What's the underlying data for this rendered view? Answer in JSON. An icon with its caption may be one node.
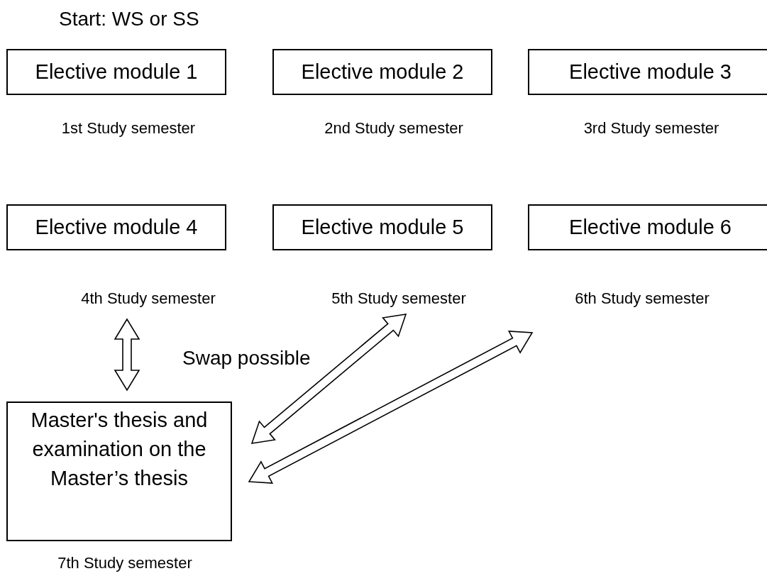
{
  "diagram": {
    "nodes": [
      {
        "text": [
          "Elective module 1"
        ],
        "beside": [
          "1st Study semester"
        ]
      },
      {
        "text": [
          "Elective module 2"
        ],
        "beside": [
          "2nd Study semester"
        ]
      },
      {
        "text": [
          "Elective module 3"
        ],
        "beside": [
          "3rd Study semester"
        ]
      },
      {
        "text": [
          "Elective module 4"
        ],
        "beside": [
          "4th Study semester"
        ]
      },
      {
        "text": [
          "Elective module 5"
        ],
        "beside": [
          "5th Study semester"
        ]
      },
      {
        "text": [
          "Elective module 6"
        ],
        "beside": [
          "6th Study semester"
        ]
      },
      {
        "text": [
          "Master's thesis and examination on the Master’s thesis"
        ],
        "beside": [
          "7th Study semester"
        ]
      }
    ],
    "edges": [
      {
        "from": 3,
        "to": 6,
        "arrow": "both"
      },
      {
        "from": 6,
        "to": 4,
        "arrow": "both"
      },
      {
        "from": 6,
        "to": 5,
        "arrow": "both"
      }
    ],
    "labels": [
      "Start: WS or SS",
      "Swap possible"
    ]
  }
}
